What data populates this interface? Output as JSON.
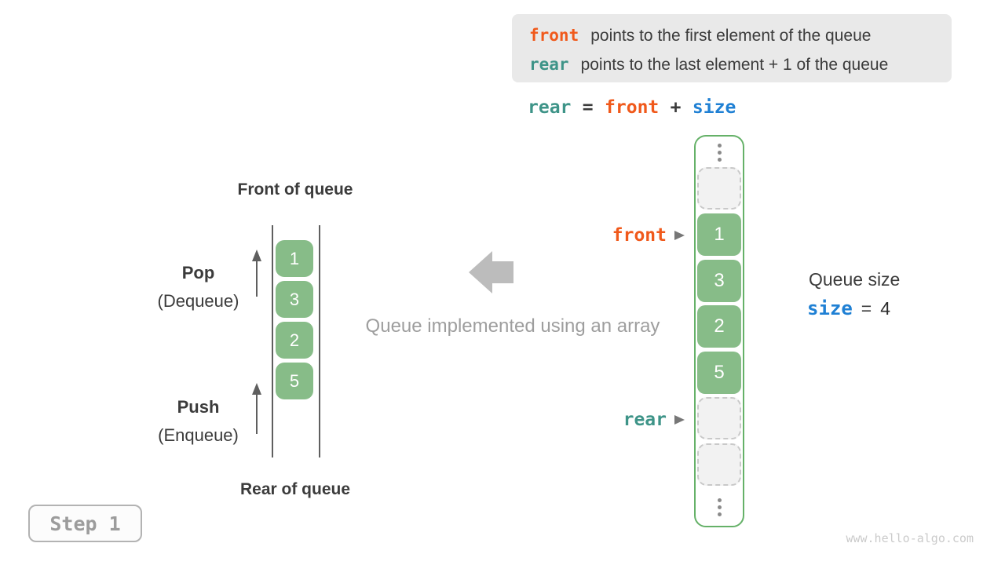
{
  "colors": {
    "keyword_front_orange": "#f0591b",
    "keyword_rear_teal": "#3e9488",
    "keyword_size_blue": "#1f80d4",
    "cell_green": "#87bc88",
    "array_border_green": "#65b168",
    "empty_cell_bg": "#f2f2f2",
    "text_dark": "#3b3b3b",
    "text_gray": "#9e9e9e",
    "legend_bg": "#e9e9e9"
  },
  "legend": {
    "lines": [
      {
        "keyword": "front",
        "text": "points to the first element of the queue"
      },
      {
        "keyword": "rear",
        "text": "points to the last element + 1 of the queue"
      }
    ]
  },
  "formula": {
    "tokens": [
      {
        "text": "rear"
      },
      {
        "text": "="
      },
      {
        "text": "front"
      },
      {
        "text": "+"
      },
      {
        "text": "size"
      }
    ]
  },
  "abstract_queue": {
    "front_label": "Front of queue",
    "rear_label": "Rear of queue",
    "pop_title": "Pop",
    "pop_subtitle": "(Dequeue)",
    "push_title": "Push",
    "push_subtitle": "(Enqueue)",
    "values": [
      "1",
      "3",
      "2",
      "5"
    ]
  },
  "center": {
    "caption": "Queue implemented using an array"
  },
  "array_view": {
    "front_pointer_label": "front",
    "rear_pointer_label": "rear",
    "values": [
      "1",
      "3",
      "2",
      "5"
    ]
  },
  "size_panel": {
    "title": "Queue size",
    "variable": "size",
    "operator": "=",
    "value": "4"
  },
  "step_badge": {
    "label": "Step 1"
  },
  "watermark": {
    "text": "www.hello-algo.com"
  }
}
